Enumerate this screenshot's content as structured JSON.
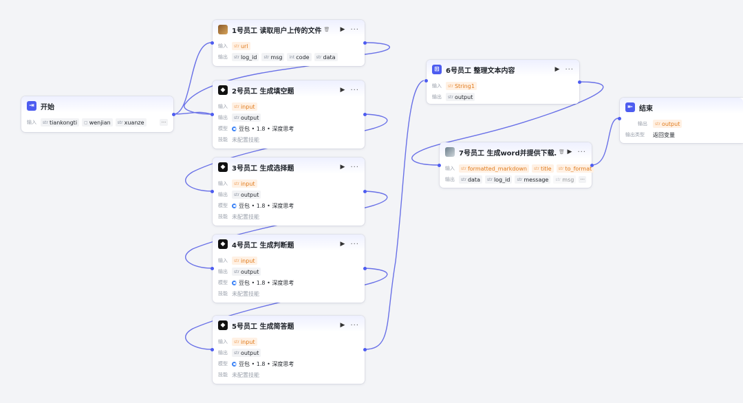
{
  "colors": {
    "accent": "#4d5cf0",
    "edge": "#5a62e6",
    "param": "#e07a1b"
  },
  "icons": {
    "start": "enter-icon",
    "end": "exit-icon",
    "run": "play-icon",
    "more": "ellipsis-icon",
    "delete": "trash-icon"
  },
  "start": {
    "title": "开始",
    "input_label": "输入",
    "params": [
      {
        "type": "str",
        "name": "tiankongti"
      },
      {
        "type": "file",
        "name": "wenjian"
      },
      {
        "type": "str",
        "name": "xuanze"
      }
    ],
    "more": "···"
  },
  "n1": {
    "title": "1号员工 读取用户上传的文件",
    "input_label": "输入",
    "output_label": "输出",
    "inputs": [
      {
        "type": "str",
        "name": "url"
      }
    ],
    "outputs": [
      {
        "type": "str",
        "name": "log_id"
      },
      {
        "type": "str",
        "name": "msg"
      },
      {
        "type": "int",
        "name": "code"
      },
      {
        "type": "str",
        "name": "data"
      }
    ]
  },
  "llm_nodes": [
    {
      "title": "2号员工 生成填空题",
      "input": "input",
      "output": "output"
    },
    {
      "title": "3号员工 生成选择题",
      "input": "input",
      "output": "output"
    },
    {
      "title": "4号员工 生成判断题",
      "input": "input",
      "output": "output"
    },
    {
      "title": "5号员工 生成简答题",
      "input": "input",
      "output": "output"
    }
  ],
  "llm_common": {
    "input_label": "输入",
    "output_label": "输出",
    "model_label": "模型",
    "skill_label": "技能",
    "model": "豆包 • 1.8 • 深度思考",
    "skill": "未配置技能",
    "in_type": "str",
    "out_type": "str"
  },
  "n6": {
    "title": "6号员工 整理文本内容",
    "input_label": "输入",
    "output_label": "输出",
    "input": "String1",
    "output": "output",
    "in_type": "str",
    "out_type": "str"
  },
  "n7": {
    "title": "7号员工 生成word并提供下载…",
    "input_label": "输入",
    "output_label": "输出",
    "inputs": [
      {
        "type": "str",
        "name": "formatted_markdown"
      },
      {
        "type": "str",
        "name": "title"
      },
      {
        "type": "str",
        "name": "to_format"
      }
    ],
    "outputs": [
      {
        "type": "str",
        "name": "data"
      },
      {
        "type": "str",
        "name": "log_id"
      },
      {
        "type": "str",
        "name": "message"
      },
      {
        "type": "str",
        "name": "msg"
      }
    ],
    "more": "···"
  },
  "end": {
    "title": "结束",
    "output_label": "输出",
    "type_label": "输出类型",
    "output": "output",
    "out_type": "str",
    "output_type": "返回变量"
  },
  "ui": {
    "run": "▶",
    "more": "···",
    "delete": "🗑"
  }
}
